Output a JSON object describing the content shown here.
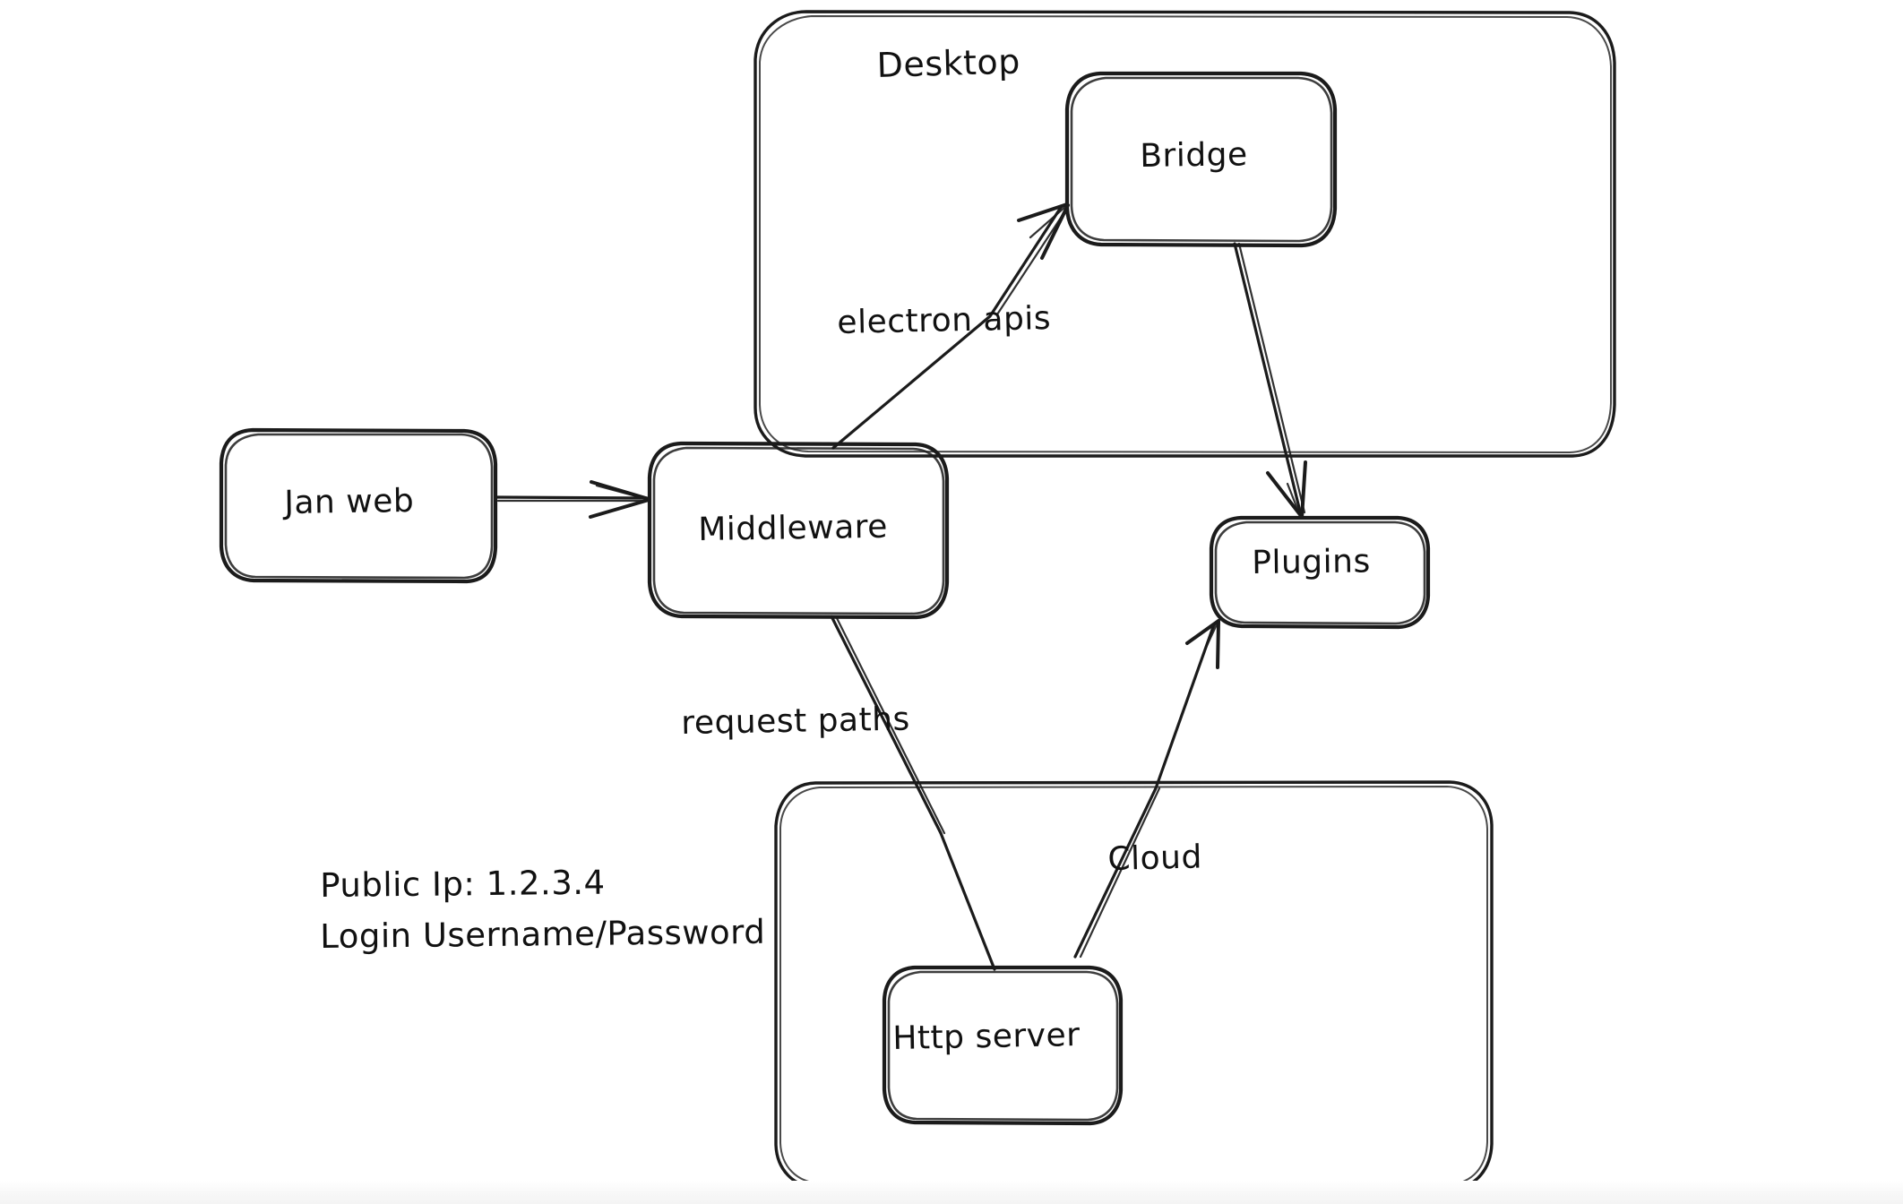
{
  "diagram": {
    "type": "architecture-flow-diagram",
    "style": "hand-drawn whiteboard sketch",
    "background_color": "#ffffff",
    "stroke_color": "#1b1b1b",
    "containers": [
      {
        "id": "desktop",
        "label": "Desktop",
        "label_position": "top-center-left"
      },
      {
        "id": "cloud-group",
        "label": "",
        "label_position": "none"
      }
    ],
    "nodes": [
      {
        "id": "jan-web",
        "label": "Jan web"
      },
      {
        "id": "middleware",
        "label": "Middleware"
      },
      {
        "id": "bridge",
        "label": "Bridge"
      },
      {
        "id": "plugins",
        "label": "Plugins"
      },
      {
        "id": "http-server",
        "label": "Http server"
      }
    ],
    "edges": [
      {
        "id": "janweb-to-middleware",
        "from": "Jan web",
        "to": "Middleware",
        "label": "",
        "arrow": "to"
      },
      {
        "id": "middleware-to-bridge",
        "from": "Middleware",
        "to": "Bridge",
        "label": "electron apis",
        "arrow": "to"
      },
      {
        "id": "bridge-to-plugins",
        "from": "Bridge",
        "to": "Plugins",
        "label": "",
        "arrow": "to"
      },
      {
        "id": "middleware-to-httpserver",
        "from": "Middleware",
        "to": "Http server",
        "label": "request paths",
        "arrow": "none"
      },
      {
        "id": "httpserver-to-plugins",
        "from": "Http server",
        "to": "Plugins",
        "label": "Cloud",
        "arrow": "to"
      }
    ],
    "edge_labels": {
      "electron_apis": "electron apis",
      "request_paths": "request paths",
      "cloud": "Cloud"
    },
    "notes": {
      "public_ip": "Public Ip: 1.2.3.4",
      "login": "Login Username/Password"
    }
  }
}
